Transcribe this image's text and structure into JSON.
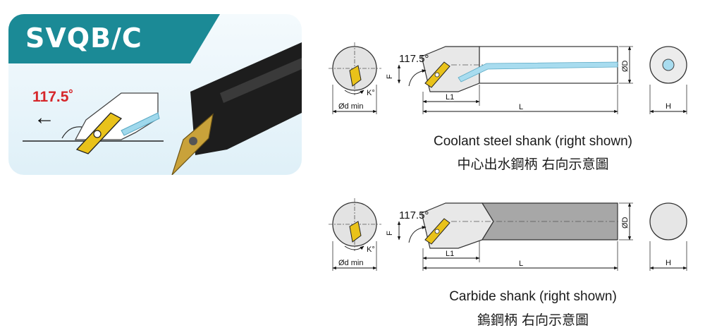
{
  "title": "SVQB/C",
  "approach_angle": "117.5˚",
  "drawing_angle": "117.5°",
  "dimension_labels": {
    "bore_min": "Ød min",
    "k_angle": "K°",
    "f": "F",
    "l1": "L1",
    "l": "L",
    "d": "ØD",
    "h": "H"
  },
  "variants": [
    {
      "caption_en": "Coolant steel shank (right shown)",
      "caption_zh": "中心出水鋼柄  右向示意圖"
    },
    {
      "caption_en": "Carbide shank (right shown)",
      "caption_zh": "鎢鋼柄  右向示意圖"
    }
  ],
  "colors": {
    "banner": "#1b8a96",
    "angle_text": "#d6262a",
    "insert_gold": "#e9c21a",
    "coolant_blue": "#8fd3e8",
    "carbide_gray": "#a7a7a7"
  }
}
